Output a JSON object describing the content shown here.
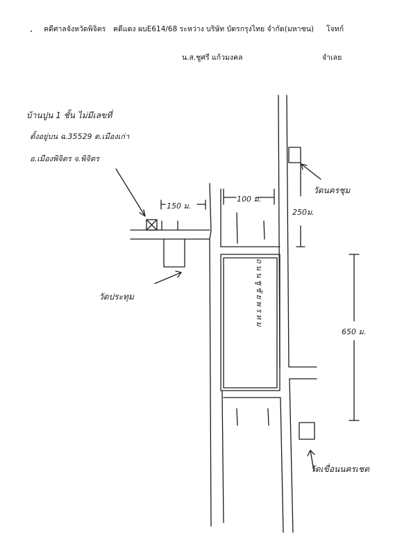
{
  "header": {
    "court": "คดีศาลจังหวัดพิจิตร",
    "case": "คดีแดง ผบE614/68 ระหว่าง  บริษัท บัตรกรุงไทย จำกัด(มหาชน)",
    "plaintiff_role": "โจทก์",
    "defendant": "น.ส.ชูศรี แก้วมงคล",
    "defendant_role": "จำเลย"
  },
  "map": {
    "note_line1": "บ้านปูน 1 ชั้น ไม่มีเลขที่",
    "note_line2": "ตั้งอยู่บน ฉ.35529 ต.เมืองเก่า",
    "note_line3": "อ.เมืองพิจิตร  จ.พิจิตร",
    "dist_150": "150 ม.",
    "dist_100": "100 ม.",
    "dist_250": "250ม.",
    "dist_650": "650 ม.",
    "temple_nakhon_chum": "วัดนครชุม",
    "temple_pratum": "วัดประทุม",
    "temple_khuean": "วัดเขื่อนนครเชต",
    "road_label": "ถนนชูชัยพรหม"
  }
}
